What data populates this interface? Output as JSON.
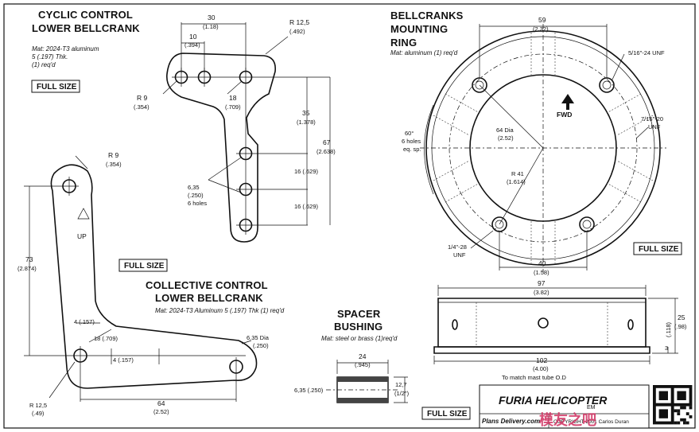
{
  "cyclic": {
    "title_line1": "CYCLIC CONTROL",
    "title_line2": "LOWER BELLCRANK",
    "mat_line1": "Mat: 2024-T3 aluminum",
    "mat_line2": "5 (.197) Thk.",
    "mat_line3": "(1) req'd",
    "full_size": "FULL SIZE",
    "dims": {
      "d30": "30",
      "d30i": "(1.18)",
      "d10": "10",
      "d10i": "(.394)",
      "r125": "R 12,5",
      "r125i": "(.492)",
      "r9": "R 9",
      "r9i": "(.354)",
      "d18": "18",
      "d18i": "(.709)",
      "d35": "35",
      "d35i": "(1.378)",
      "d67": "67",
      "d67i": "(2.638)",
      "d16a": "16 (.629)",
      "d16b": "16 (.629)",
      "holes1": "6,35",
      "holes2": "(.250)",
      "holes3": "6 holes"
    }
  },
  "collective": {
    "title_line1": "COLLECTIVE CONTROL",
    "title_line2": "LOWER BELLCRANK",
    "mat": "Mat: 2024-T3 Aluminum 5 (.197) Thk (1) req'd",
    "full_size": "FULL SIZE",
    "up": "UP",
    "dims": {
      "r9": "R 9",
      "r9i": "(.354)",
      "d73": "73",
      "d73i": "(2.874)",
      "d4a": "4 (.157)",
      "d18": "18 (.709)",
      "d4b": "4 (.157)",
      "dia1": "6.35 Dia",
      "dia2": "(.250)",
      "r125": "R 12,5",
      "r125i": "(.49)",
      "d64": "64",
      "d64i": "(2.52)"
    }
  },
  "spacer": {
    "title_line1": "SPACER",
    "title_line2": "BUSHING",
    "mat": "Mat: steel or brass (1)req'd",
    "full_size": "FULL SIZE",
    "dims": {
      "d24": "24",
      "d24i": "(.945)",
      "d635": "6,35 (.250)",
      "d127": "12,7",
      "d127i": "(1/2\")"
    }
  },
  "ring": {
    "title_line1": "BELLCRANKS",
    "title_line2": "MOUNTING",
    "title_line3": "RING",
    "mat": "Mat: aluminum (1) req'd",
    "full_size": "FULL SIZE",
    "fwd": "FWD",
    "dims": {
      "d59": "59",
      "d59i": "(2.32)",
      "unf516": "5/16\"-24 UNF",
      "unf716a": "7/16\"-20",
      "unf716b": "UNF",
      "a60": "60°",
      "a60b": "6 holes",
      "a60c": "eq. sp.",
      "dia64": "64 Dia",
      "dia64i": "(2.52)",
      "r41": "R 41",
      "r41i": "(1.614)",
      "unf14a": "1/4\"-28",
      "unf14b": "UNF",
      "d40": "40",
      "d40i": "(1.58)",
      "d97": "97",
      "d97i": "(3.82)",
      "d25": "25",
      "d25i": "(.98)",
      "d3": "3",
      "d3i": "(.118)",
      "d102": "102",
      "d102i": "(4.00)",
      "note": "To match mast tube O.D"
    }
  },
  "titleblock": {
    "brand": "FURIA HELICOPTER",
    "sheet": "EM",
    "site": "Plans Delivery.com",
    "copyright": "COPYRIGHT 2001 Carlos Duran",
    "watermark": "模友之吧"
  }
}
